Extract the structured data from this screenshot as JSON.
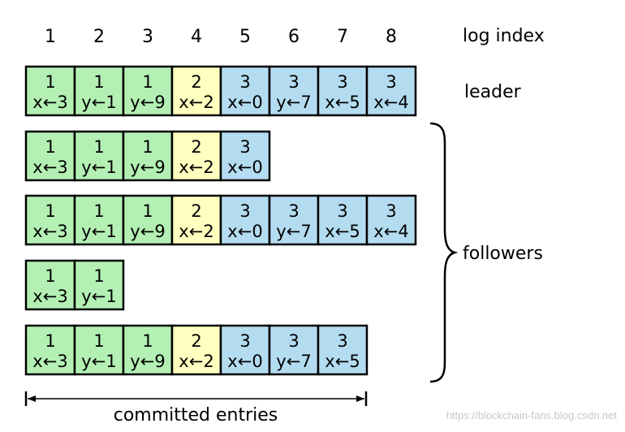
{
  "log_index_label": "log index",
  "indices": [
    "1",
    "2",
    "3",
    "4",
    "5",
    "6",
    "7",
    "8"
  ],
  "leader_label": "leader",
  "followers_label": "followers",
  "committed_label": "committed entries",
  "watermark": "https://blockchain-fans.blog.csdn.net",
  "term_colors": {
    "1": "#b4f0b4",
    "2": "#ffffc0",
    "3": "#b4dcf0"
  },
  "leader_log": [
    {
      "term": "1",
      "cmd": "x←3"
    },
    {
      "term": "1",
      "cmd": "y←1"
    },
    {
      "term": "1",
      "cmd": "y←9"
    },
    {
      "term": "2",
      "cmd": "x←2"
    },
    {
      "term": "3",
      "cmd": "x←0"
    },
    {
      "term": "3",
      "cmd": "y←7"
    },
    {
      "term": "3",
      "cmd": "x←5"
    },
    {
      "term": "3",
      "cmd": "x←4"
    }
  ],
  "follower_logs": [
    [
      {
        "term": "1",
        "cmd": "x←3"
      },
      {
        "term": "1",
        "cmd": "y←1"
      },
      {
        "term": "1",
        "cmd": "y←9"
      },
      {
        "term": "2",
        "cmd": "x←2"
      },
      {
        "term": "3",
        "cmd": "x←0"
      }
    ],
    [
      {
        "term": "1",
        "cmd": "x←3"
      },
      {
        "term": "1",
        "cmd": "y←1"
      },
      {
        "term": "1",
        "cmd": "y←9"
      },
      {
        "term": "2",
        "cmd": "x←2"
      },
      {
        "term": "3",
        "cmd": "x←0"
      },
      {
        "term": "3",
        "cmd": "y←7"
      },
      {
        "term": "3",
        "cmd": "x←5"
      },
      {
        "term": "3",
        "cmd": "x←4"
      }
    ],
    [
      {
        "term": "1",
        "cmd": "x←3"
      },
      {
        "term": "1",
        "cmd": "y←1"
      }
    ],
    [
      {
        "term": "1",
        "cmd": "x←3"
      },
      {
        "term": "1",
        "cmd": "y←1"
      },
      {
        "term": "1",
        "cmd": "y←9"
      },
      {
        "term": "2",
        "cmd": "x←2"
      },
      {
        "term": "3",
        "cmd": "x←0"
      },
      {
        "term": "3",
        "cmd": "y←7"
      },
      {
        "term": "3",
        "cmd": "x←5"
      }
    ]
  ]
}
